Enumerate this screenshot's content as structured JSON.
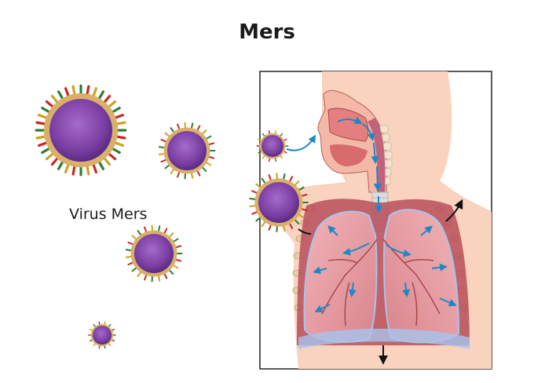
{
  "title": "Mers",
  "virus_label": "Virus Mers",
  "colors": {
    "virus_core": "#7b3fa3",
    "virus_membrane": "#d9b06a",
    "spike_green": "#2e7d32",
    "spike_red": "#c62828",
    "spike_gold": "#c9a227",
    "skin": "#f9d3bd",
    "lung": "#e9a0a6",
    "airway": "#c2627a",
    "arrow_blue": "#1e88c7",
    "frame": "#222222"
  },
  "icons": [
    "virus-particle",
    "arrow-icon"
  ]
}
